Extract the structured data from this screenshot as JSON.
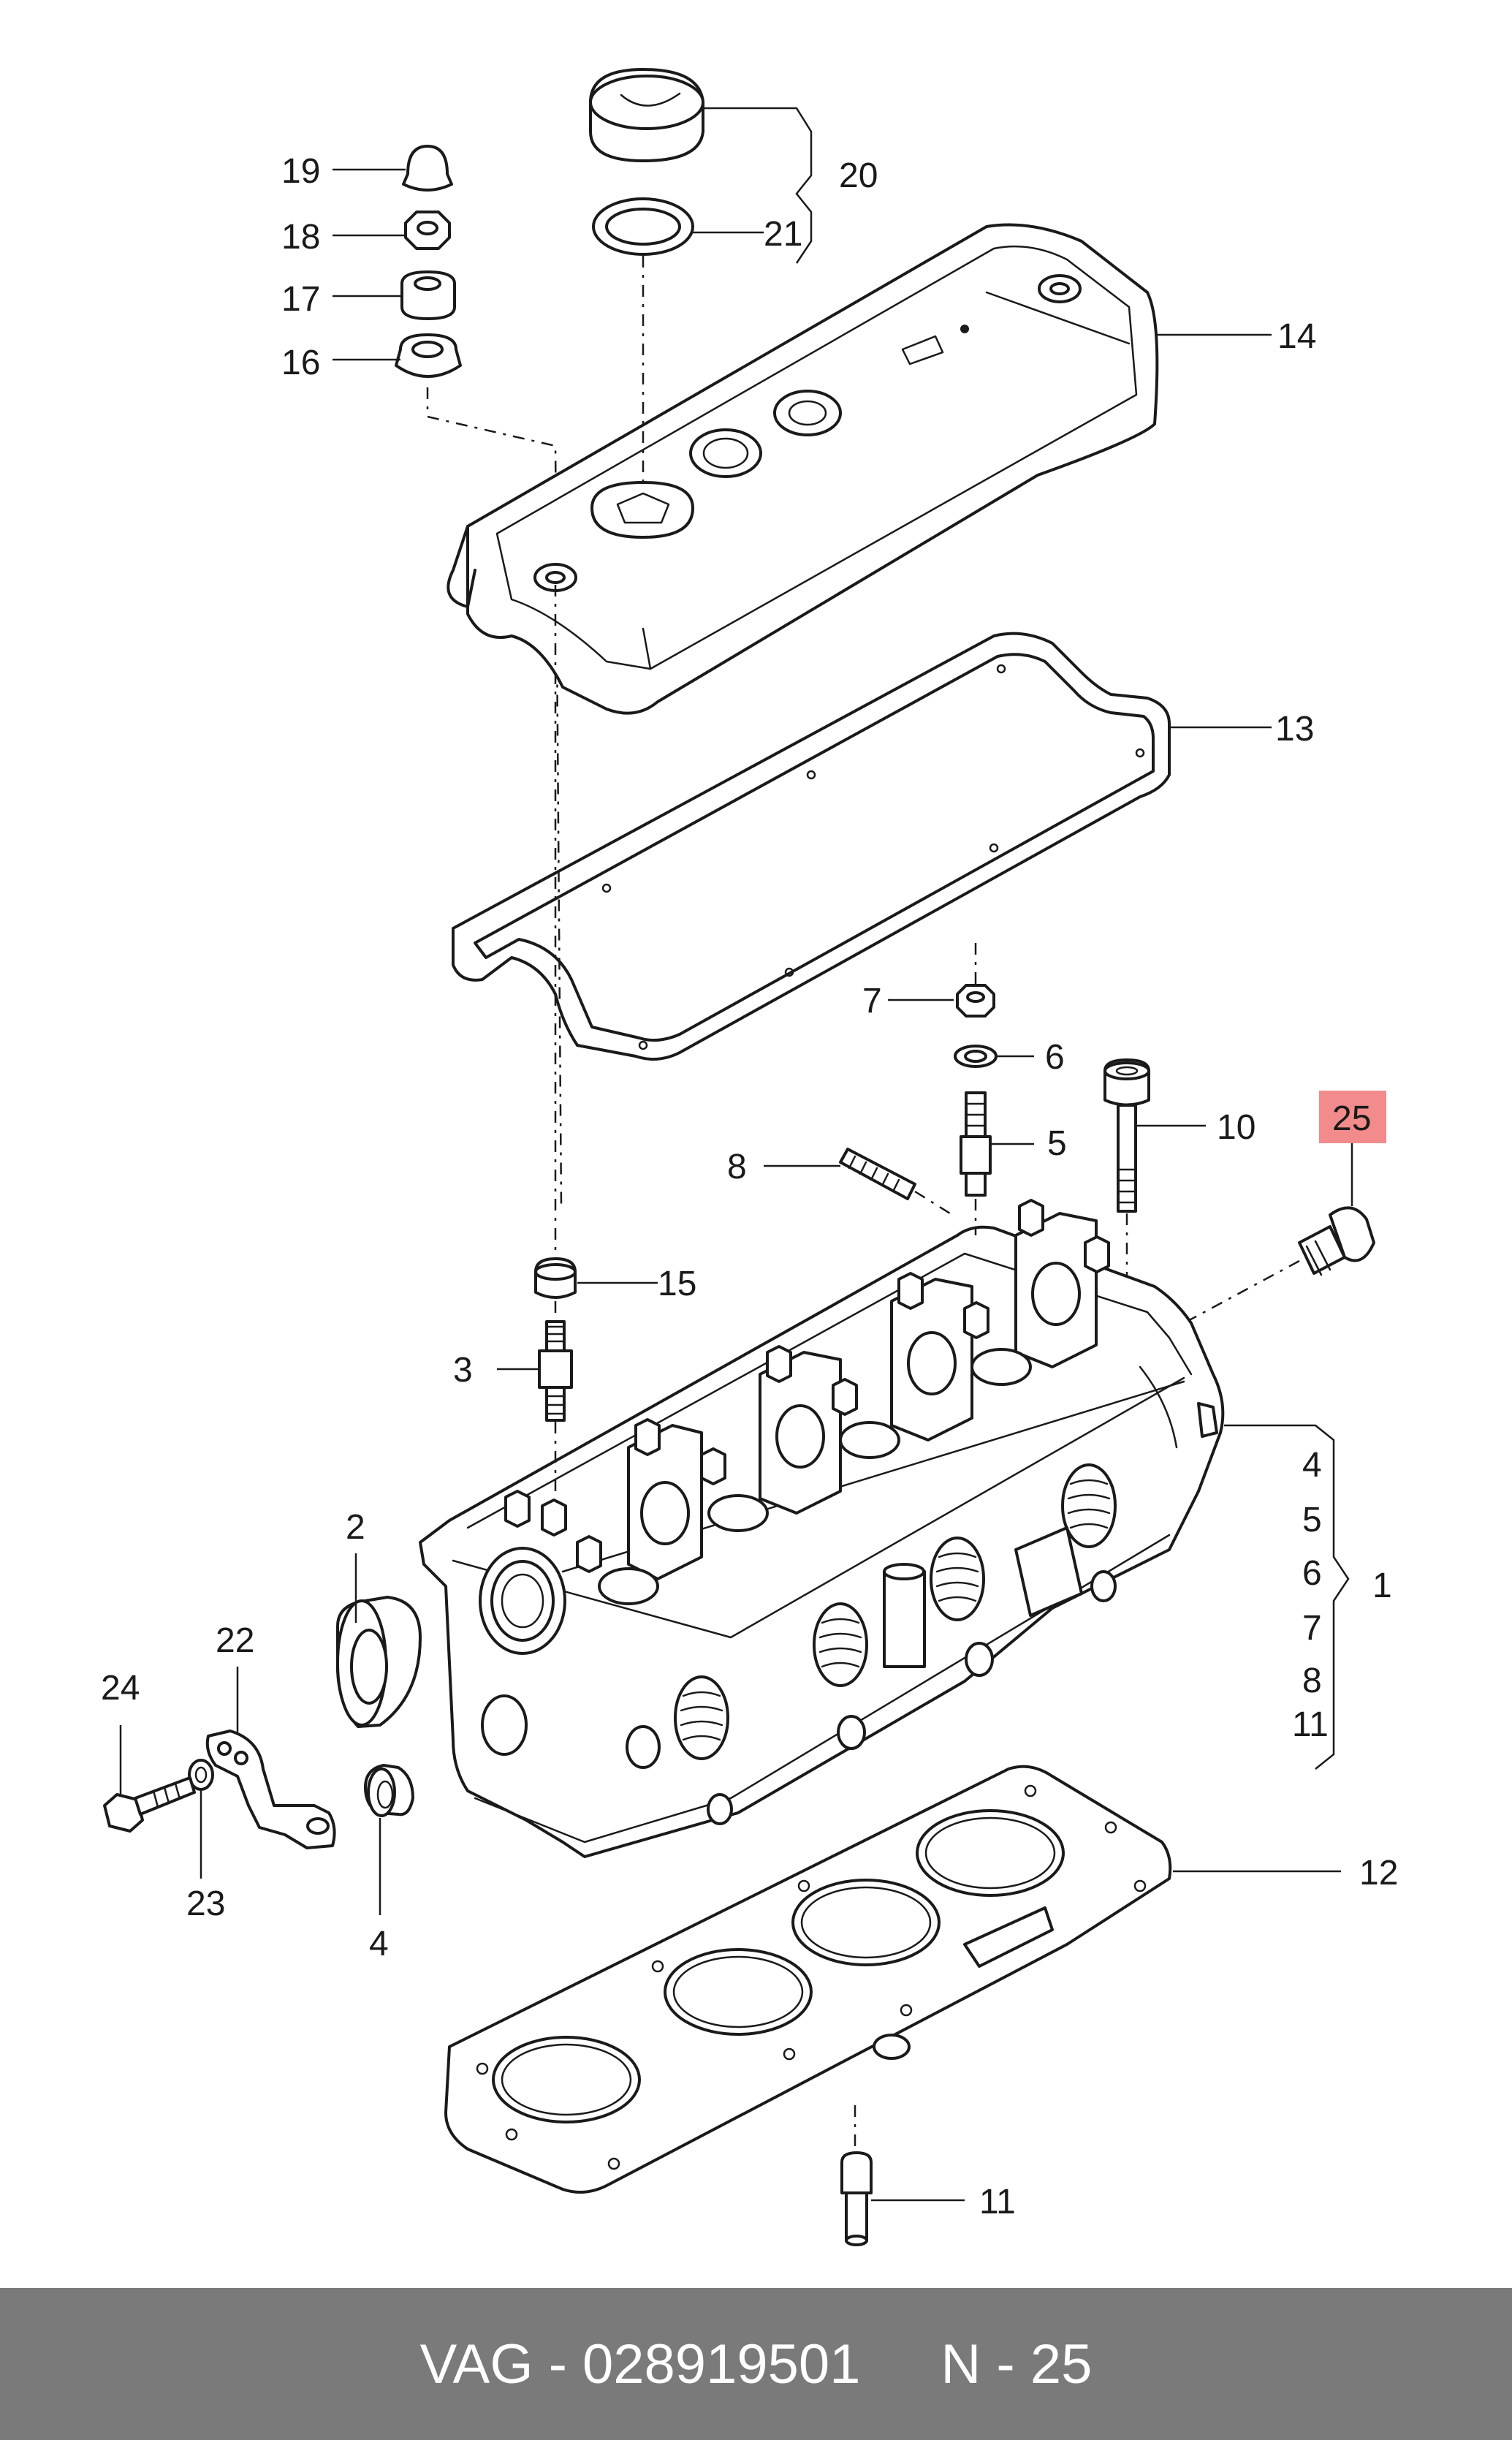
{
  "labels": {
    "l1": "1",
    "l2": "2",
    "l3": "3",
    "l4a": "4",
    "l4b": "4",
    "l5a": "5",
    "l5b": "5",
    "l6a": "6",
    "l6b": "6",
    "l7a": "7",
    "l7b": "7",
    "l8a": "8",
    "l8b": "8",
    "l10": "10",
    "l11a": "11",
    "l11b": "11",
    "l12": "12",
    "l13": "13",
    "l14": "14",
    "l15": "15",
    "l16": "16",
    "l17": "17",
    "l18": "18",
    "l19": "19",
    "l20": "20",
    "l21": "21",
    "l22": "22",
    "l23": "23",
    "l24": "24",
    "l25": "25"
  },
  "highlight": {
    "label": "25",
    "color": "#f28b8b"
  },
  "footer": {
    "part_number": "VAG - 028919501",
    "position": "N - 25",
    "background": "#7a7a7a"
  }
}
